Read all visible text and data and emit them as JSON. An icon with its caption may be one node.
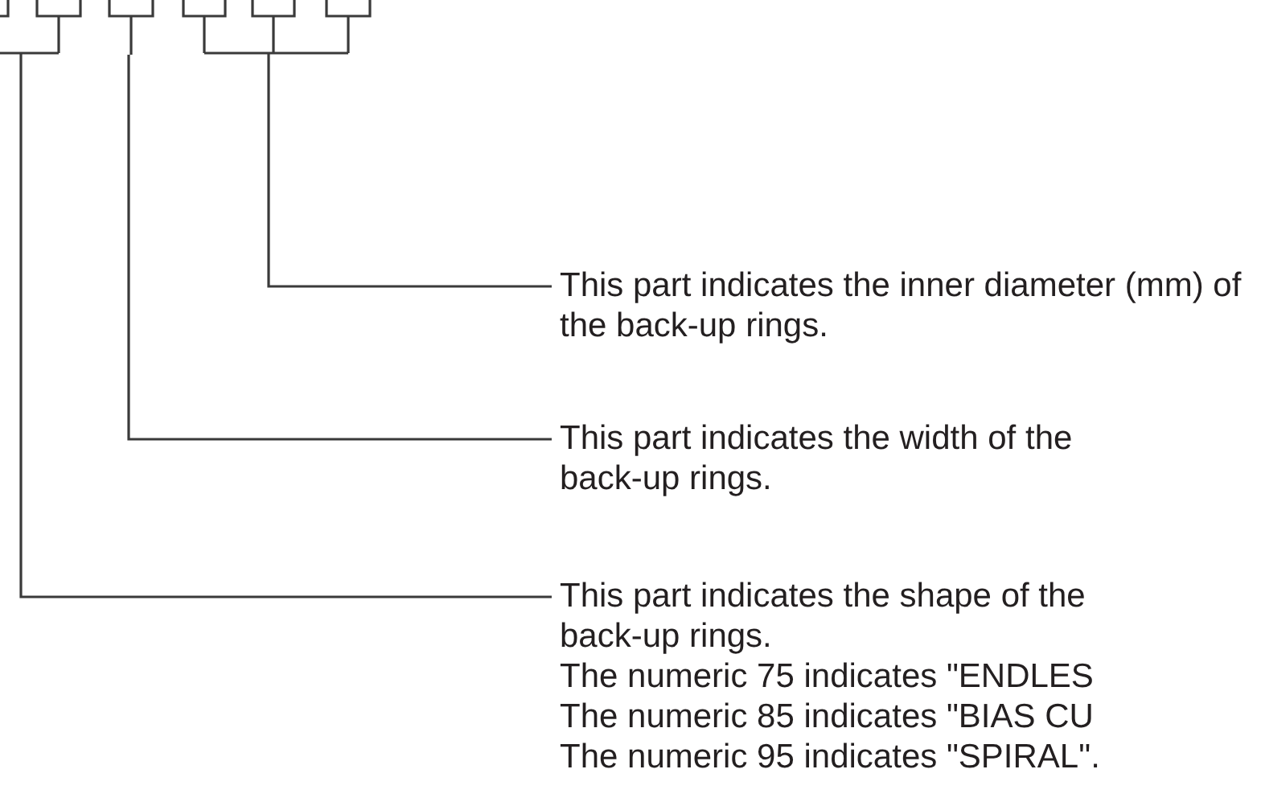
{
  "diagram": {
    "nodes": [
      {
        "text": [],
        "shape": "bracket"
      },
      {
        "text": [],
        "shape": "bracket"
      },
      {
        "text": [],
        "shape": "bracket"
      },
      {
        "text": [
          "This part indicates the inner diameter (mm) of the back-up rings."
        ]
      },
      {
        "text": [
          "This part indicates the width of the back-up rings."
        ]
      },
      {
        "text": [
          "This part indicates the shape of the back-up rings.",
          "The numeric 75 indicates \"ENDLES",
          "The numeric 85 indicates \"BIAS CU",
          "The numeric 95 indicates \"SPIRAL\"."
        ]
      }
    ],
    "edges": [
      {
        "from": 3,
        "to": 2,
        "arrow": "none"
      },
      {
        "from": 4,
        "to": 1,
        "arrow": "none"
      },
      {
        "from": 5,
        "to": 0,
        "arrow": "none"
      }
    ]
  }
}
